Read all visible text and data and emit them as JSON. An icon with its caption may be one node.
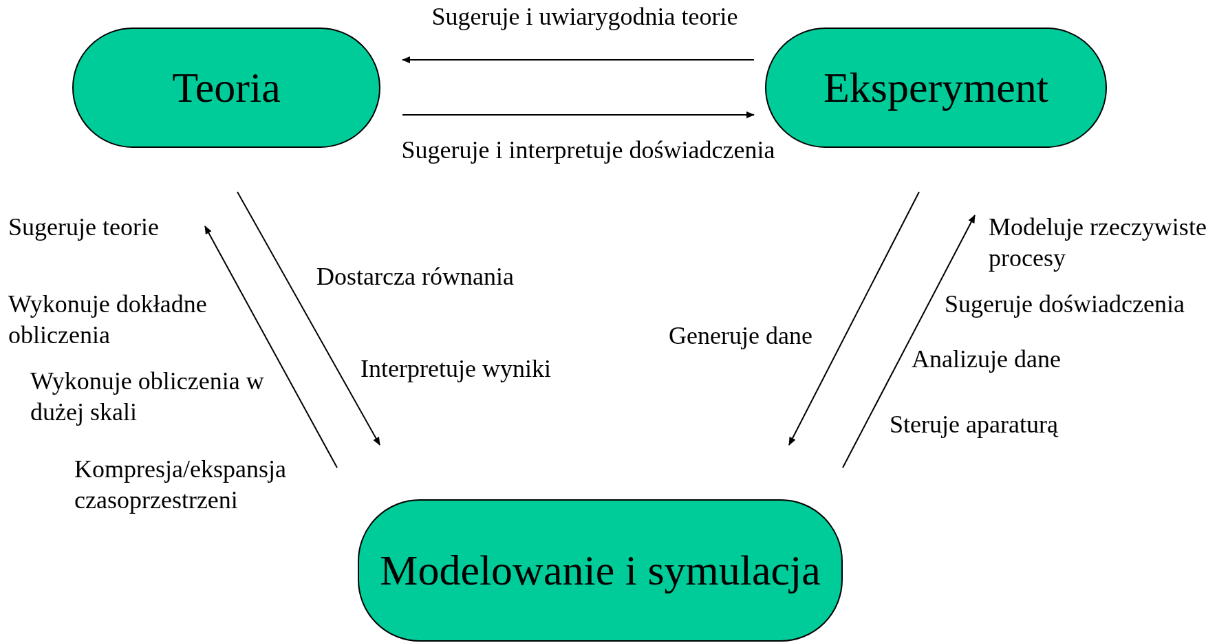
{
  "diagram": {
    "nodes": [
      {
        "text": [
          "Teoria"
        ]
      },
      {
        "text": [
          "Eksperyment"
        ]
      },
      {
        "text": [
          "Modelowanie i symulacja"
        ]
      }
    ],
    "edges": [
      {
        "from": 1,
        "to": 0,
        "arrow": "to",
        "label": "Sugeruje i uwiarygodnia teorie"
      },
      {
        "from": 0,
        "to": 1,
        "arrow": "to",
        "label": "Sugeruje i interpretuje doświadczenia"
      },
      {
        "from": 0,
        "to": 2,
        "arrow": "to"
      },
      {
        "from": 2,
        "to": 0,
        "arrow": "to"
      },
      {
        "from": 1,
        "to": 2,
        "arrow": "to"
      },
      {
        "from": 2,
        "to": 1,
        "arrow": "to"
      }
    ],
    "labels": [
      "Sugeruje teorie",
      "Modeluje rzeczywiste procesy",
      "Dostarcza równania",
      "Wykonuje dokładne obliczenia",
      "Sugeruje doświadczenia",
      "Generuje dane",
      "Analizuje dane",
      "Wykonuje obliczenia w dużej skali",
      "Interpretuje wyniki",
      "Steruje aparaturą",
      "Kompresja/ekspansja czasoprzestrzeni"
    ]
  }
}
